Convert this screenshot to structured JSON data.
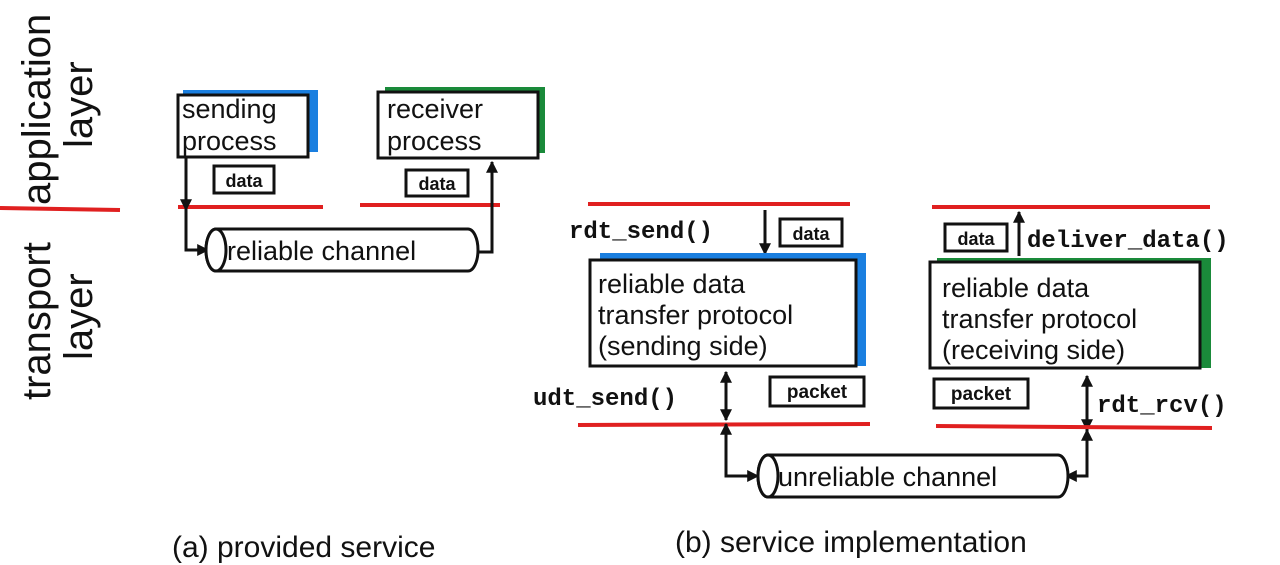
{
  "layers": {
    "application": [
      "application",
      "layer"
    ],
    "transport": [
      "transport",
      "layer"
    ]
  },
  "panel_a": {
    "sender": [
      "sending",
      "process"
    ],
    "receiver": [
      "receiver",
      "process"
    ],
    "data_send": "data",
    "data_recv": "data",
    "channel": "reliable channel",
    "caption": "(a)  provided service"
  },
  "panel_b": {
    "rdt_send": "rdt_send()",
    "data_send": "data",
    "sender_box": [
      "reliable data",
      "transfer protocol",
      "(sending side)"
    ],
    "udt_send": "udt_send()",
    "packet_send": "packet",
    "deliver_data": "deliver_data()",
    "data_recv": "data",
    "receiver_box": [
      "reliable data",
      "transfer protocol",
      "(receiving side)"
    ],
    "rdt_rcv": "rdt_rcv()",
    "packet_recv": "packet",
    "channel": "unreliable channel",
    "caption": "(b) service implementation"
  },
  "colors": {
    "layer_line": "#e02020",
    "sender_shadow": "#1a7fe0",
    "receiver_shadow": "#1a8a3a",
    "stroke": "#111111"
  }
}
